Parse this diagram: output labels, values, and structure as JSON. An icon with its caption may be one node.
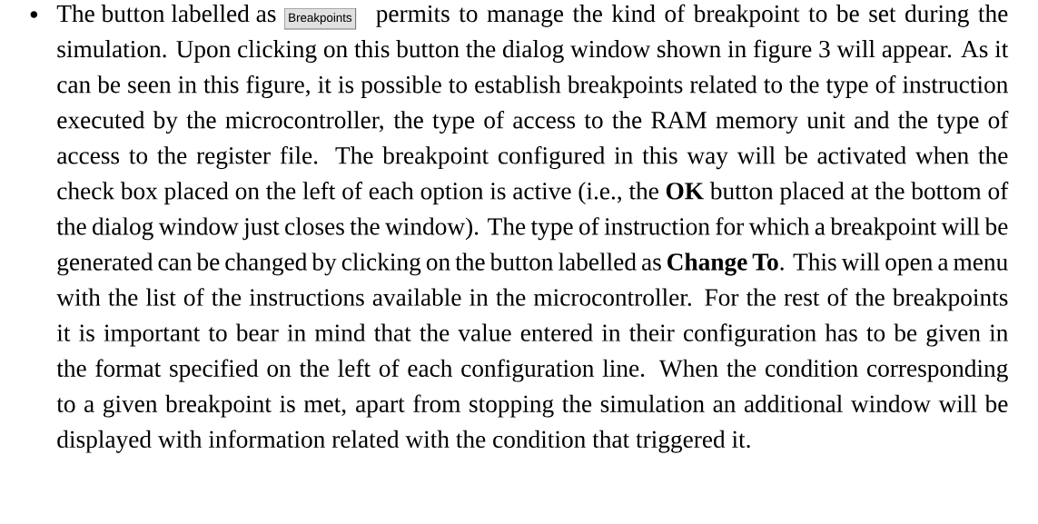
{
  "diagram": {
    "nodes": [
      {
        "text": [
          "Breakpoints"
        ]
      }
    ],
    "labels": [
      "The button labelled as",
      "permits to manage the kind of breakpoint to be set during the simulation. Upon clicking on this button the dialog window shown in figure 3 will appear. As it can be seen in this figure, it is possible to establish breakpoints related to the type of instruction executed by the microcontroller, the type of access to the RAM memory unit and the type of access to the register file. The breakpoint configured in this way will be activated when the check box placed on the left of each option is active (i.e., the **OK** button placed at the bottom of the dialog window just closes the window). The type of instruction for which a breakpoint will be generated can be changed by clicking on the button labelled as **Change To**. This will open a menu with the list of the instructions available in the microcontroller. For the rest of the breakpoints it is important to bear in mind that the value entered in their configuration has to be given in the format specified on the left of each configuration line. When the condition corresponding to a given breakpoint is met, apart from stopping the simulation an additional window will be displayed with information related with the condition that triggered it."
    ]
  }
}
